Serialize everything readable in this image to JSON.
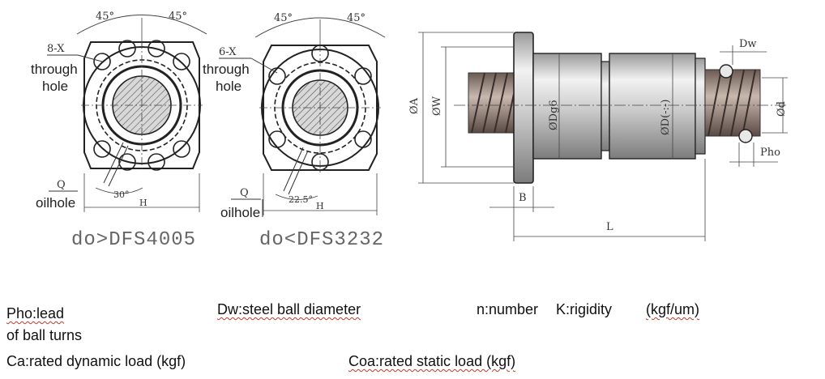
{
  "diagram": {
    "left_view": {
      "angle_left": "45°",
      "angle_right": "45°",
      "holes_label": "8-X",
      "through_hole": [
        "through",
        "hole"
      ],
      "oilhole_mark": "Q",
      "oilhole_label": "oilhole",
      "bottom_angle": "30°",
      "width_label": "H",
      "model": "do>DFS4005"
    },
    "middle_view": {
      "angle_left": "45°",
      "angle_right": "45°",
      "holes_label": "6-X",
      "through_hole": [
        "through",
        "hole"
      ],
      "oilhole_mark": "Q",
      "oilhole_label": "oilhole",
      "bottom_angle": "22.5°",
      "width_label": "H",
      "model": "do<DFS3232"
    },
    "side_view": {
      "dia_A": "ØA",
      "dia_W": "ØW",
      "dia_Dg6": "ØDg6",
      "dia_D": "ØD(-:-)",
      "dia_d": "Ød",
      "ball_dia": "Dw",
      "lead": "Pho",
      "flange_thickness": "B",
      "length": "L"
    }
  },
  "legend": {
    "pho_line1": "Pho:lead",
    "pho_line2": "of ball turns",
    "dw": "Dw:steel ball diameter",
    "n": "n:number",
    "k": "K:rigidity",
    "k_unit": "(kgf/um)",
    "ca": "Ca:rated dynamic load (kgf)",
    "coa": "Coa:rated static load (kgf)"
  }
}
